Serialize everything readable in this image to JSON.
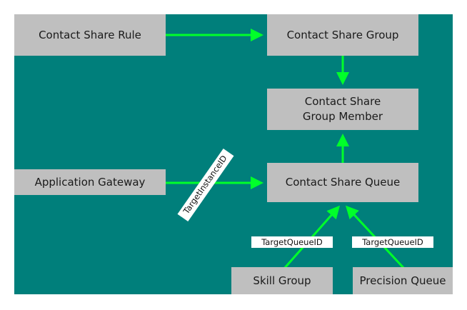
{
  "diagram": {
    "colors": {
      "background": "#007f7b",
      "box": "#bfbfbf",
      "arrow": "#00ff2a",
      "tag": "#ffffff"
    },
    "boxes": {
      "contact_share_rule": "Contact Share Rule",
      "contact_share_group": "Contact Share Group",
      "contact_share_group_member": "Contact Share Group Member",
      "application_gateway": "Application Gateway",
      "contact_share_queue": "Contact Share Queue",
      "skill_group": "Skill Group",
      "precision_queue": "Precision Queue"
    },
    "edge_labels": {
      "target_instance_id": "TargetInstanceID",
      "target_queue_id_left": "TargetQueueID",
      "target_queue_id_right": "TargetQueueID"
    }
  }
}
